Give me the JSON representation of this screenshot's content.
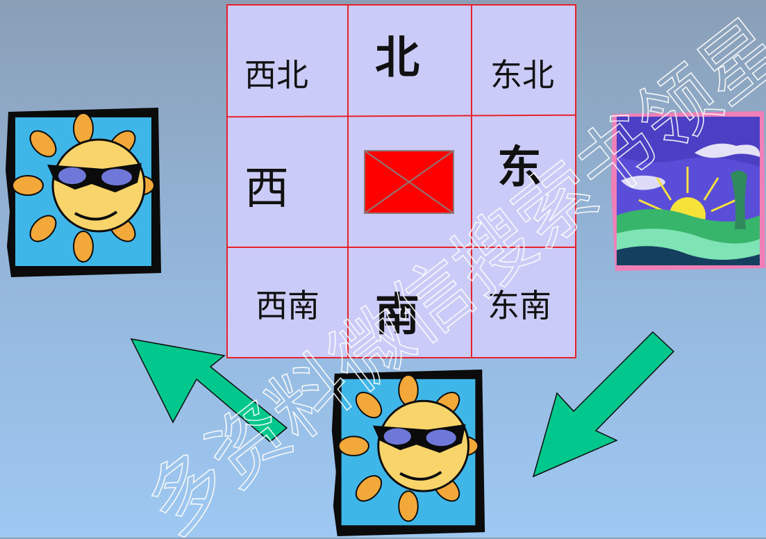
{
  "grid": {
    "northwest": "西北",
    "north": "北",
    "northeast": "东北",
    "west": "西",
    "east": "东",
    "southwest": "西南",
    "south": "南",
    "southeast": "东南"
  },
  "colors": {
    "grid_fill": "#cbcbf9",
    "grid_line": "#e8202a",
    "arrow": "#00c78c",
    "center_box": "#ff0000"
  },
  "watermark": "多资料微信搜索书领星"
}
